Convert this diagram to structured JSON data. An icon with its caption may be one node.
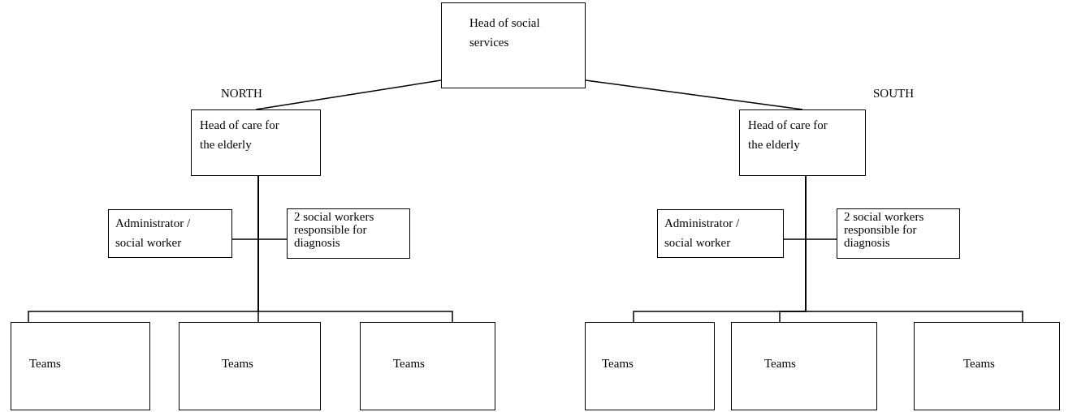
{
  "diagram": {
    "nodes": [
      {
        "text": [
          "Head of social services"
        ]
      },
      {
        "text": [
          "Head of care for the elderly"
        ],
        "beside": [
          "NORTH"
        ]
      },
      {
        "text": [
          "Head of care for the elderly"
        ],
        "beside": [
          "SOUTH"
        ]
      },
      {
        "text": [
          "Administrator / social worker"
        ]
      },
      {
        "text": [
          "2 social workers responsible for diagnosis"
        ]
      },
      {
        "text": [
          "Administrator / social worker"
        ]
      },
      {
        "text": [
          "2 social workers responsible for diagnosis"
        ]
      },
      {
        "text": [
          "Teams"
        ]
      },
      {
        "text": [
          "Teams"
        ]
      },
      {
        "text": [
          "Teams"
        ]
      },
      {
        "text": [
          "Teams"
        ]
      },
      {
        "text": [
          "Teams"
        ]
      },
      {
        "text": [
          "Teams"
        ]
      }
    ],
    "edges": [
      {
        "from": 0,
        "to": 1,
        "arrow": "none"
      },
      {
        "from": 0,
        "to": 2,
        "arrow": "none"
      },
      {
        "from": 1,
        "to": 3,
        "arrow": "none"
      },
      {
        "from": 1,
        "to": 4,
        "arrow": "none"
      },
      {
        "from": 2,
        "to": 5,
        "arrow": "none"
      },
      {
        "from": 2,
        "to": 6,
        "arrow": "none"
      },
      {
        "from": 1,
        "to": 7,
        "arrow": "none"
      },
      {
        "from": 1,
        "to": 8,
        "arrow": "none"
      },
      {
        "from": 1,
        "to": 9,
        "arrow": "none"
      },
      {
        "from": 2,
        "to": 10,
        "arrow": "none"
      },
      {
        "from": 2,
        "to": 11,
        "arrow": "none"
      },
      {
        "from": 2,
        "to": 12,
        "arrow": "none"
      }
    ]
  }
}
